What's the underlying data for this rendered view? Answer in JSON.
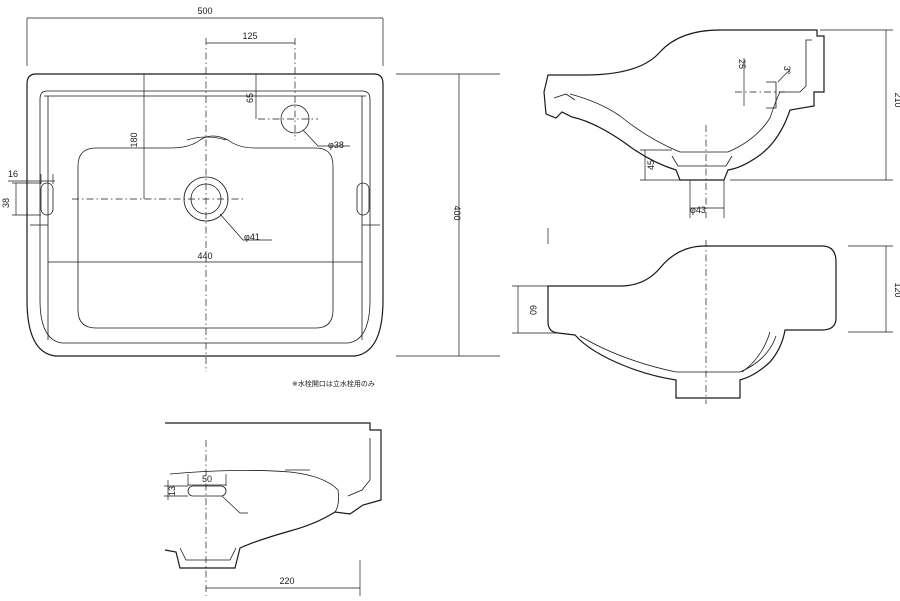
{
  "dimensions": {
    "overall_width": "500",
    "faucet_offset": "125",
    "faucet_depth": "65",
    "faucet_hole": "φ38",
    "center_depth": "180",
    "drain_hole": "φ41",
    "basin_width": "440",
    "overall_depth": "400",
    "slot_width": "16",
    "slot_height": "38",
    "drain_height": "45",
    "drain_outlet": "φ43",
    "deck_height": "25",
    "deck_angle": "3°",
    "total_height": "210",
    "rim_height": "60",
    "side_height": "120",
    "overflow_width": "50",
    "overflow_height": "13",
    "drain_distance": "220"
  },
  "note": "※水栓開口は立水栓用のみ"
}
